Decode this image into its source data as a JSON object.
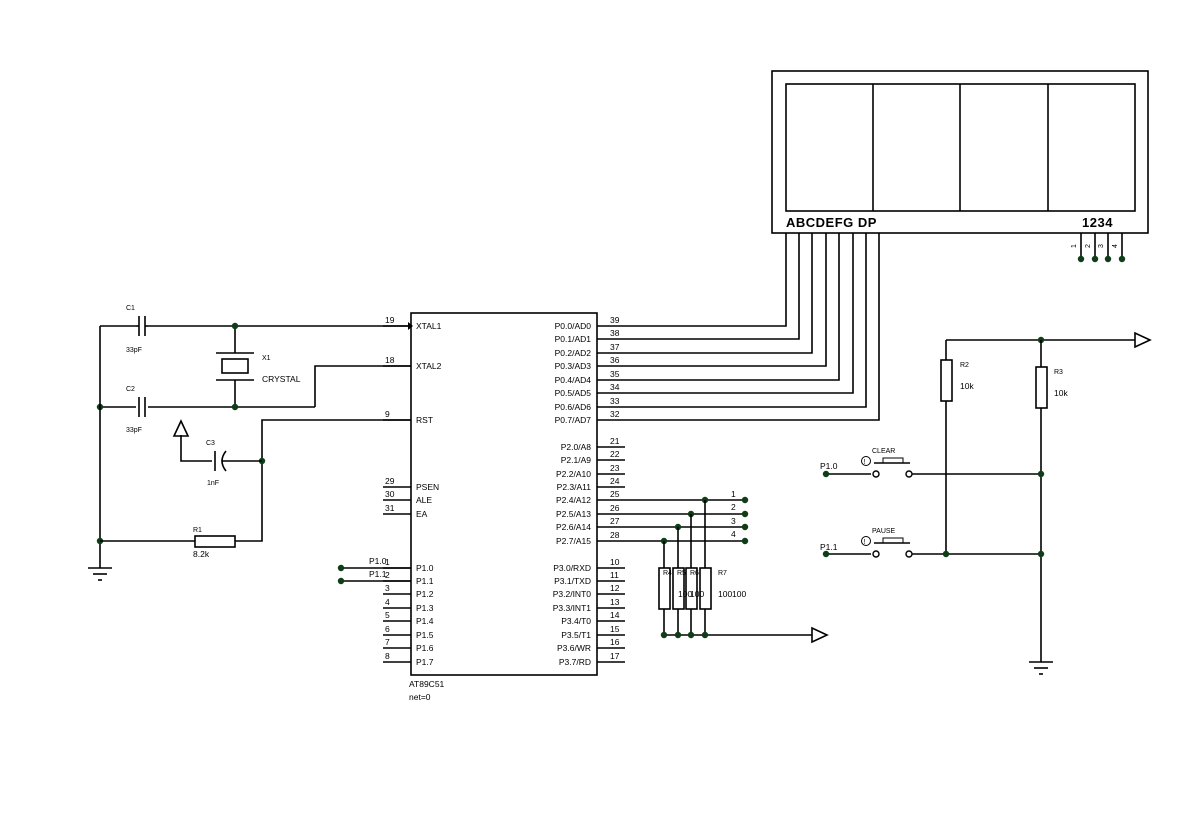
{
  "chip": {
    "name": "AT89C51",
    "net": "net=0",
    "left_pins": [
      {
        "num": "19",
        "name": "XTAL1"
      },
      {
        "num": "18",
        "name": "XTAL2"
      },
      {
        "num": "9",
        "name": "RST"
      },
      {
        "num": "29",
        "name": "PSEN"
      },
      {
        "num": "30",
        "name": "ALE"
      },
      {
        "num": "31",
        "name": "EA"
      },
      {
        "num": "1",
        "name": "P1.0"
      },
      {
        "num": "2",
        "name": "P1.1"
      },
      {
        "num": "3",
        "name": "P1.2"
      },
      {
        "num": "4",
        "name": "P1.3"
      },
      {
        "num": "5",
        "name": "P1.4"
      },
      {
        "num": "6",
        "name": "P1.5"
      },
      {
        "num": "7",
        "name": "P1.6"
      },
      {
        "num": "8",
        "name": "P1.7"
      }
    ],
    "right_pins": [
      {
        "num": "39",
        "name": "P0.0/AD0"
      },
      {
        "num": "38",
        "name": "P0.1/AD1"
      },
      {
        "num": "37",
        "name": "P0.2/AD2"
      },
      {
        "num": "36",
        "name": "P0.3/AD3"
      },
      {
        "num": "35",
        "name": "P0.4/AD4"
      },
      {
        "num": "34",
        "name": "P0.5/AD5"
      },
      {
        "num": "33",
        "name": "P0.6/AD6"
      },
      {
        "num": "32",
        "name": "P0.7/AD7"
      },
      {
        "num": "21",
        "name": "P2.0/A8"
      },
      {
        "num": "22",
        "name": "P2.1/A9"
      },
      {
        "num": "23",
        "name": "P2.2/A10"
      },
      {
        "num": "24",
        "name": "P2.3/A11"
      },
      {
        "num": "25",
        "name": "P2.4/A12"
      },
      {
        "num": "26",
        "name": "P2.5/A13"
      },
      {
        "num": "27",
        "name": "P2.6/A14"
      },
      {
        "num": "28",
        "name": "P2.7/A15"
      },
      {
        "num": "10",
        "name": "P3.0/RXD"
      },
      {
        "num": "11",
        "name": "P3.1/TXD"
      },
      {
        "num": "12",
        "name": "P3.2/INT0"
      },
      {
        "num": "13",
        "name": "P3.3/INT1"
      },
      {
        "num": "14",
        "name": "P3.4/T0"
      },
      {
        "num": "15",
        "name": "P3.5/T1"
      },
      {
        "num": "16",
        "name": "P3.6/WR"
      },
      {
        "num": "17",
        "name": "P3.7/RD"
      }
    ]
  },
  "components": {
    "c1": {
      "ref": "C1",
      "value": "33pF"
    },
    "c2": {
      "ref": "C2",
      "value": "33pF"
    },
    "c3": {
      "ref": "C3",
      "value": "1nF"
    },
    "x1": {
      "ref": "X1",
      "value": "CRYSTAL"
    },
    "r1": {
      "ref": "R1",
      "value": "8.2k"
    },
    "r2": {
      "ref": "R2",
      "value": "10k"
    },
    "r3": {
      "ref": "R3",
      "value": "10k"
    },
    "rpack_refs": [
      "R4",
      "R5",
      "R6",
      "R7"
    ],
    "rpack_values": [
      "100",
      "100",
      "100",
      "100"
    ],
    "clear_button": "CLEAR",
    "pause_button": "PAUSE"
  },
  "display": {
    "segment_labels": "ABCDEFG DP",
    "digit_labels": "1234",
    "digit_pins": [
      "1",
      "2",
      "3",
      "4"
    ]
  },
  "nets": {
    "p10_left": "P1.0",
    "p11_left": "P1.1",
    "p10_right": "P1.0",
    "p11_right": "P1.1",
    "digit_lines": [
      "1",
      "2",
      "3",
      "4"
    ]
  }
}
